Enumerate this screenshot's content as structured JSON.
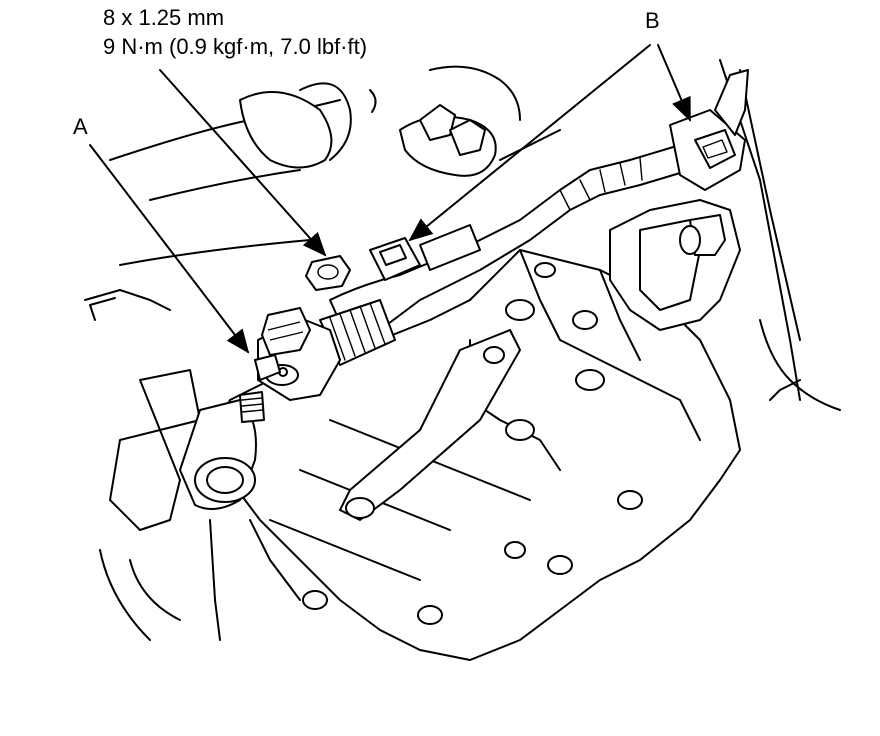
{
  "callouts": {
    "bolt_size": "8 x 1.25 mm",
    "torque": "9 N·m (0.9 kgf·m, 7.0 lbf·ft)",
    "label_a": "A",
    "label_b": "B"
  },
  "colors": {
    "ink": "#000000",
    "paper": "#ffffff"
  },
  "icons": {
    "leader_arrow": "arrowhead"
  }
}
